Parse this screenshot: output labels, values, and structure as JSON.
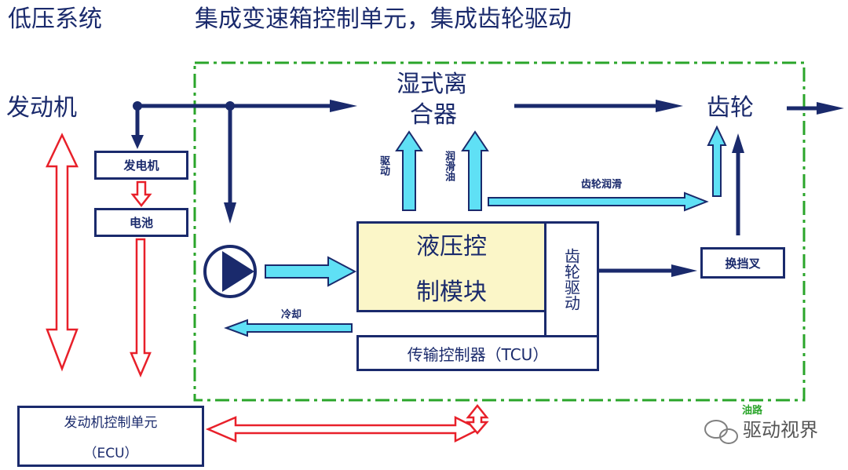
{
  "header": {
    "left_title": "低压系统",
    "main_title": "集成变速箱控制单元，集成齿轮驱动"
  },
  "labels": {
    "engine": "发动机",
    "wet_clutch_line1": "湿式离",
    "wet_clutch_line2": "合器",
    "gear": "齿轮",
    "drive": "驱动",
    "lube_oil": "润滑油",
    "gear_lube": "齿轮润滑",
    "cooling": "冷却",
    "oil_circuit": "油路",
    "watermark": "驱动视界"
  },
  "boxes": {
    "generator": "发电机",
    "battery": "电池",
    "hydraulic_line1": "液压控",
    "hydraulic_line2": "制模块",
    "gear_drive": "齿轮驱动",
    "tcu": "传输控制器（TCU）",
    "shift_fork": "换挡叉",
    "ecu_line1": "发动机控制单元",
    "ecu_line2": "（ECU）"
  },
  "colors": {
    "navy": "#1a2a6c",
    "cyan": "#5fe0f5",
    "red": "#e8202a",
    "green": "#2aa52a",
    "yellow_fill": "#fbf6c8"
  }
}
